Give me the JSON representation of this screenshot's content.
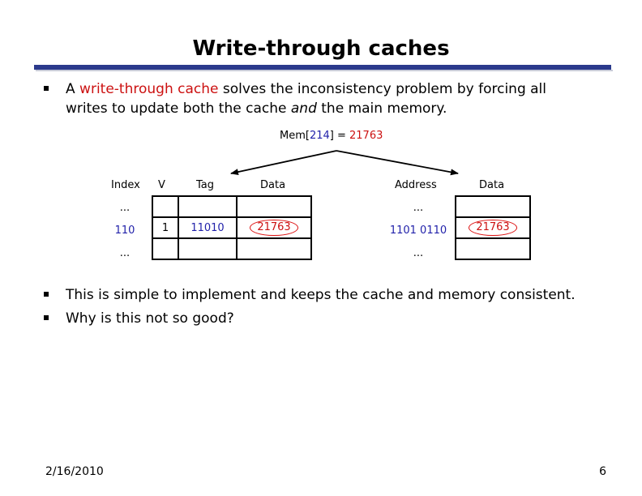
{
  "slide": {
    "title": "Write-through caches",
    "bullet1": {
      "prefix": "A ",
      "highlight": "write-through cache",
      "mid": " solves the inconsistency problem by forcing all",
      "line2_start": "writes to update both the cache ",
      "italic": "and",
      "line2_end": " the main memory."
    },
    "bullet2": "This is simple to implement and keeps the cache and memory consistent.",
    "bullet3": "Why is this not so good?"
  },
  "diagram": {
    "label": {
      "prefix": "Mem[",
      "address": "214",
      "mid": "] = ",
      "value": "21763"
    },
    "cache": {
      "headers": {
        "index": "Index",
        "v": "V",
        "tag": "Tag",
        "data": "Data"
      },
      "rows": [
        {
          "index": "...",
          "v": "",
          "tag": "",
          "data": ""
        },
        {
          "index": "110",
          "v": "1",
          "tag": "11010",
          "data": "21763"
        },
        {
          "index": "...",
          "v": "",
          "tag": "",
          "data": ""
        }
      ]
    },
    "memory": {
      "headers": {
        "address": "Address",
        "data": "Data"
      },
      "rows": [
        {
          "address": "...",
          "data": ""
        },
        {
          "address": "1101 0110",
          "data": "21763"
        },
        {
          "address": "...",
          "data": ""
        }
      ]
    }
  },
  "footer": {
    "date": "2/16/2010",
    "page": "6"
  },
  "colors": {
    "accent_red": "#cc1111",
    "accent_blue": "#2222aa",
    "rule": "#2b3a8c"
  }
}
